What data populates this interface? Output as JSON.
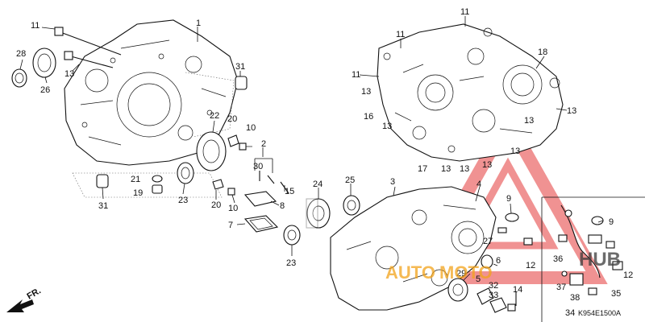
{
  "diagram": {
    "code": "K954E1500A",
    "front_label": "FR.",
    "accent_color": "#e43a3a",
    "labels": {
      "n1": "1",
      "n2": "2",
      "n3": "3",
      "n4": "4",
      "n5": "5",
      "n6": "6",
      "n7": "7",
      "n8": "8",
      "n9a": "9",
      "n9b": "9",
      "n10a": "10",
      "n10b": "10",
      "n11a": "11",
      "n11b": "11",
      "n11c": "11",
      "n11d": "11",
      "n12a": "12",
      "n12b": "12",
      "n13a": "13",
      "n13b": "13",
      "n13c": "13",
      "n13d": "13",
      "n13e": "13",
      "n13f": "13",
      "n13g": "13",
      "n13h": "13",
      "n13i": "13",
      "n14": "14",
      "n15": "15",
      "n16": "16",
      "n17": "17",
      "n18": "18",
      "n19": "19",
      "n20a": "20",
      "n20b": "20",
      "n21": "21",
      "n22": "22",
      "n23a": "23",
      "n23b": "23",
      "n24": "24",
      "n25": "25",
      "n26": "26",
      "n27": "27",
      "n28": "28",
      "n29": "29",
      "n30": "30",
      "n31a": "31",
      "n31b": "31",
      "n32": "32",
      "n33": "33",
      "n34": "34",
      "n35": "35",
      "n36": "36",
      "n37": "37",
      "n38": "38"
    }
  },
  "watermark": {
    "text_left": "AUTO",
    "text_middle": "MOTO",
    "text_right": "HUB"
  }
}
